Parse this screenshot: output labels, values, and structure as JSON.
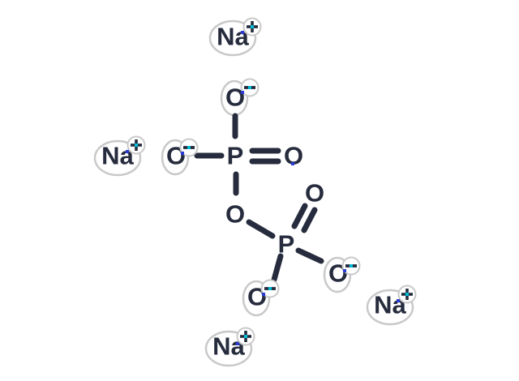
{
  "diagram": {
    "type": "chemical-structure",
    "atoms": {
      "na_top": {
        "label": "Na",
        "charge": "+"
      },
      "o_top": {
        "label": "O",
        "charge": "-"
      },
      "na_left": {
        "label": "Na",
        "charge": "+"
      },
      "o_left": {
        "label": "O",
        "charge": "-"
      },
      "p_upper": {
        "label": "P",
        "charge": ""
      },
      "o_terminal_upper": {
        "label": "O",
        "charge": ""
      },
      "o_bridge": {
        "label": "O",
        "charge": ""
      },
      "p_lower": {
        "label": "P",
        "charge": ""
      },
      "o_terminal_lower": {
        "label": "O",
        "charge": ""
      },
      "o_right": {
        "label": "O",
        "charge": "-"
      },
      "o_bottom": {
        "label": "O",
        "charge": "-"
      },
      "na_bottom_right": {
        "label": "Na",
        "charge": "+"
      },
      "na_bottom": {
        "label": "Na",
        "charge": "+"
      }
    },
    "colors": {
      "structure": "#262c3d",
      "highlight_ring": "#c9c9c9",
      "charge_accent": "#00bcd6",
      "attachment_marker": "#2a3bd5",
      "background": "#ffffff"
    }
  }
}
